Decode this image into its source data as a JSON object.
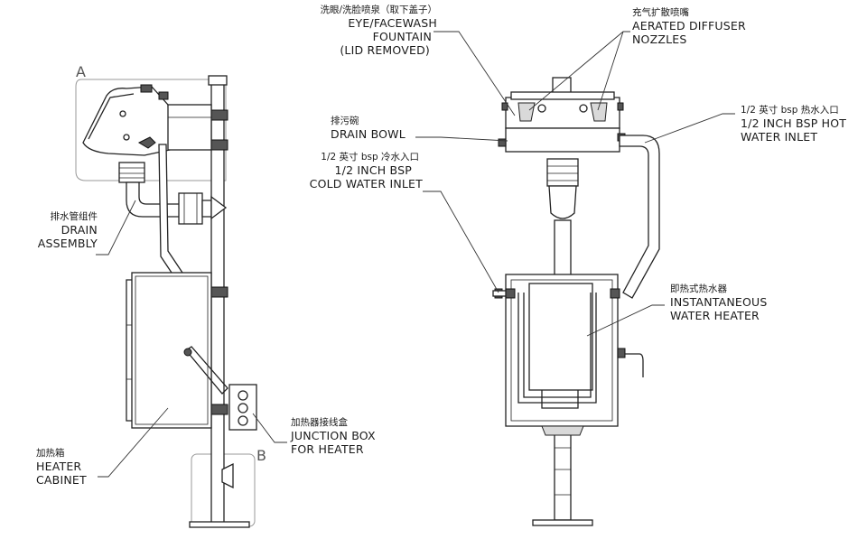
{
  "detail_markers": {
    "a": "A",
    "b": "B"
  },
  "labels": {
    "eyewash_zh": "洗眼/洗脸喷泉（取下盖子）",
    "eyewash_en_1": "EYE/FACEWASH",
    "eyewash_en_2": "FOUNTAIN",
    "eyewash_en_3": "(LID REMOVED)",
    "diffuser_zh": "充气扩散喷嘴",
    "diffuser_en_1": "AERATED DIFFUSER",
    "diffuser_en_2": "NOZZLES",
    "drain_bowl_zh": "排污碗",
    "drain_bowl_en": "DRAIN BOWL",
    "hot_inlet_zh": "1/2 英寸 bsp 热水入口",
    "hot_inlet_en_1": "1/2 INCH BSP HOT",
    "hot_inlet_en_2": "WATER INLET",
    "cold_inlet_zh": "1/2 英寸 bsp 冷水入口",
    "cold_inlet_en_1": "1/2 INCH BSP",
    "cold_inlet_en_2": "COLD WATER INLET",
    "drain_assembly_zh": "排水管组件",
    "drain_assembly_en_1": "DRAIN",
    "drain_assembly_en_2": "ASSEMBLY",
    "heater_zh": "即热式热水器",
    "heater_en_1": "INSTANTANEOUS",
    "heater_en_2": "WATER HEATER",
    "junction_zh": "加热器接线盒",
    "junction_en_1": "JUNCTION BOX",
    "junction_en_2": "FOR HEATER",
    "cabinet_zh": "加热箱",
    "cabinet_en_1": "HEATER",
    "cabinet_en_2": "CABINET"
  }
}
